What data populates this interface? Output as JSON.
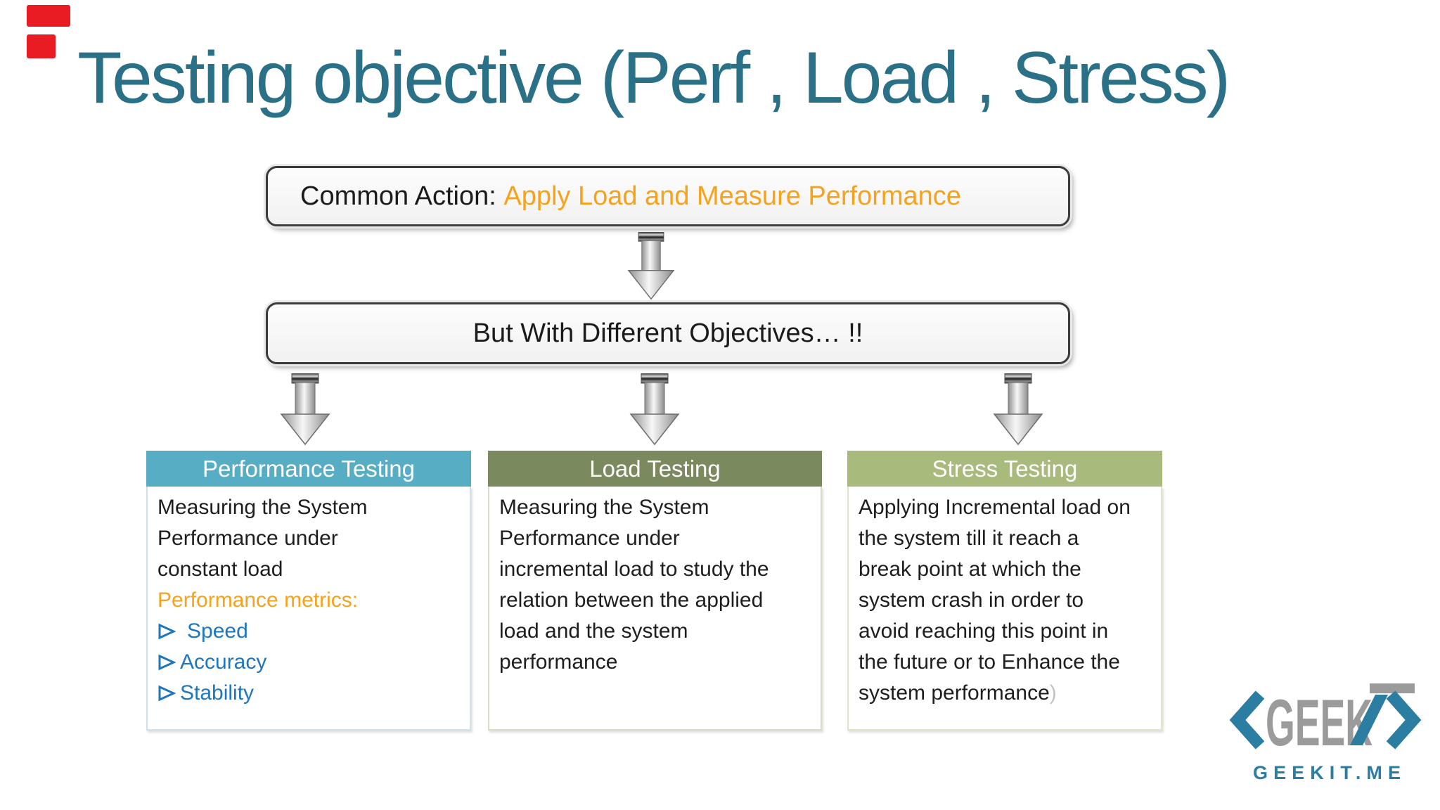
{
  "slide": {
    "title": "Testing objective (Perf , Load , Stress)"
  },
  "colors": {
    "title": "#2a7086",
    "accent_orange": "#f5a31d",
    "bullet_blue": "#1f76bc",
    "header_teal": "#56adc4",
    "header_olive": "#7b8a5e",
    "header_sage": "#a9ba7d",
    "body_border_teal": "#d2e1e7",
    "body_border_olive": "#d9dcc8",
    "body_border_sage": "#dfe4cd",
    "red_mark": "#ea1c23",
    "logo_blue": "#2b7da1",
    "logo_gray": "#9b9b9b"
  },
  "flow": {
    "common_action": {
      "prefix": "Common Action: ",
      "highlight": "Apply Load and Measure Performance"
    },
    "objectives": {
      "text": "But With Different Objectives… !!"
    }
  },
  "columns": [
    {
      "header": "Performance Testing",
      "lines": [
        "Measuring the System",
        "Performance under",
        "constant load"
      ],
      "metrics_label": "Performance metrics:",
      "bullets": [
        "Speed",
        "Accuracy",
        "Stability"
      ],
      "bullet_glyph": "➢"
    },
    {
      "header": "Load Testing",
      "lines": [
        "Measuring the System",
        "Performance under",
        "incremental load to study the",
        "relation between the applied",
        "load and the system",
        "performance"
      ]
    },
    {
      "header": "Stress Testing",
      "lines": [
        "Applying Incremental load on",
        "the system till it reach a",
        "break point at which the",
        "system crash in order to",
        "avoid reaching this point in",
        "the future or to Enhance the",
        "system performance"
      ],
      "trailing_paren": ")"
    }
  ],
  "logo": {
    "word_gray": "GEEK",
    "monogram_suffix": "IT",
    "site": "GEEKIT.ME"
  }
}
